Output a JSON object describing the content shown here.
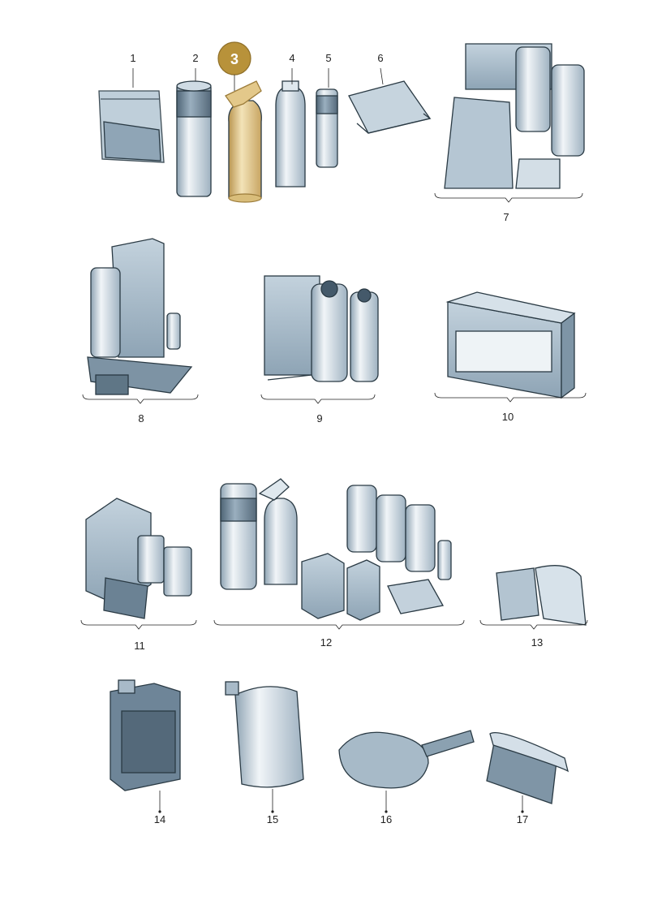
{
  "diagram": {
    "highlighted_part": "3",
    "parts": [
      {
        "number": "1"
      },
      {
        "number": "2"
      },
      {
        "number": "3"
      },
      {
        "number": "4"
      },
      {
        "number": "5"
      },
      {
        "number": "6"
      },
      {
        "number": "7"
      },
      {
        "number": "8"
      },
      {
        "number": "9"
      },
      {
        "number": "10"
      },
      {
        "number": "11"
      },
      {
        "number": "12"
      },
      {
        "number": "13"
      },
      {
        "number": "14"
      },
      {
        "number": "15"
      },
      {
        "number": "16"
      },
      {
        "number": "17"
      }
    ]
  },
  "colors": {
    "highlight_fill": "#c9a85a",
    "highlight_badge": "#b8923a",
    "part_light": "#e4ecf2",
    "part_mid": "#a9bccb",
    "part_dark": "#6f8799",
    "outline": "#2a3a44"
  }
}
